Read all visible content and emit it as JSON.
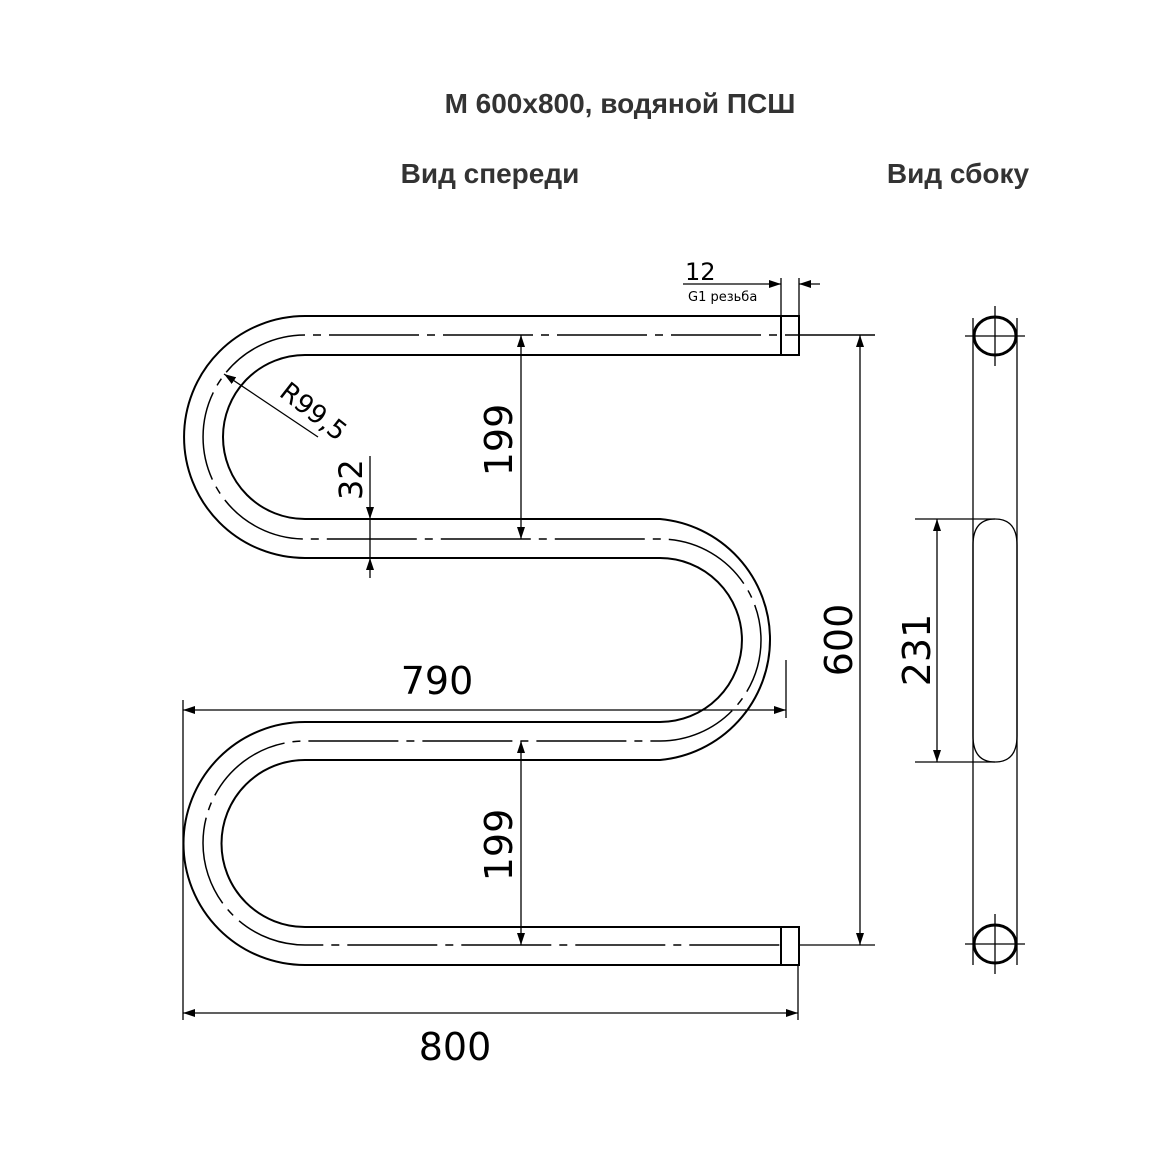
{
  "title": "M 600x800, водяной ПСШ",
  "views": {
    "front": "Вид спереди",
    "side": "Вид сбоку"
  },
  "dimensions": {
    "thread_length": "12",
    "thread_note": "G1 резьба",
    "bend_radius": "R99,5",
    "pipe_diameter": "32",
    "spacing_top": "199",
    "spacing_bottom": "199",
    "inner_width": "790",
    "total_width": "800",
    "total_height": "600",
    "side_depth": "231"
  }
}
